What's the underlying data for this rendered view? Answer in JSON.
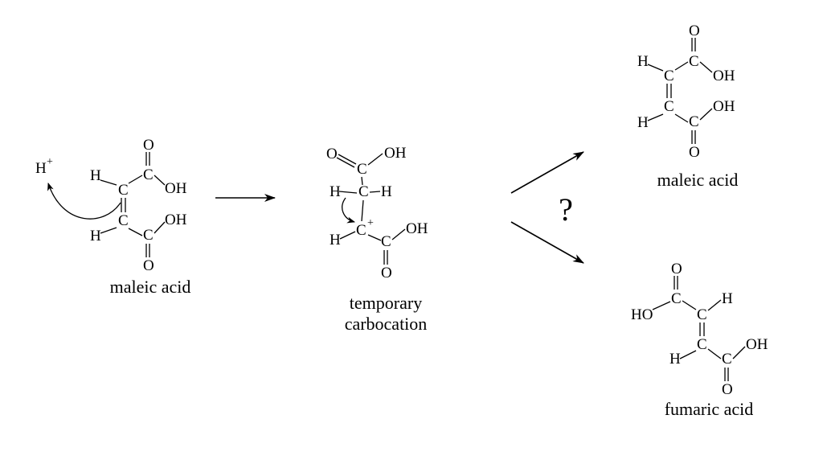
{
  "atoms": {
    "h": "H",
    "c": "C",
    "o": "O",
    "oh": "OH",
    "ho": "HO",
    "plus": "+"
  },
  "labels": {
    "start": "maleic acid",
    "intermediate_line1": "temporary",
    "intermediate_line2": "carbocation",
    "question": "?",
    "product_top": "maleic acid",
    "product_bottom": "fumaric acid"
  }
}
